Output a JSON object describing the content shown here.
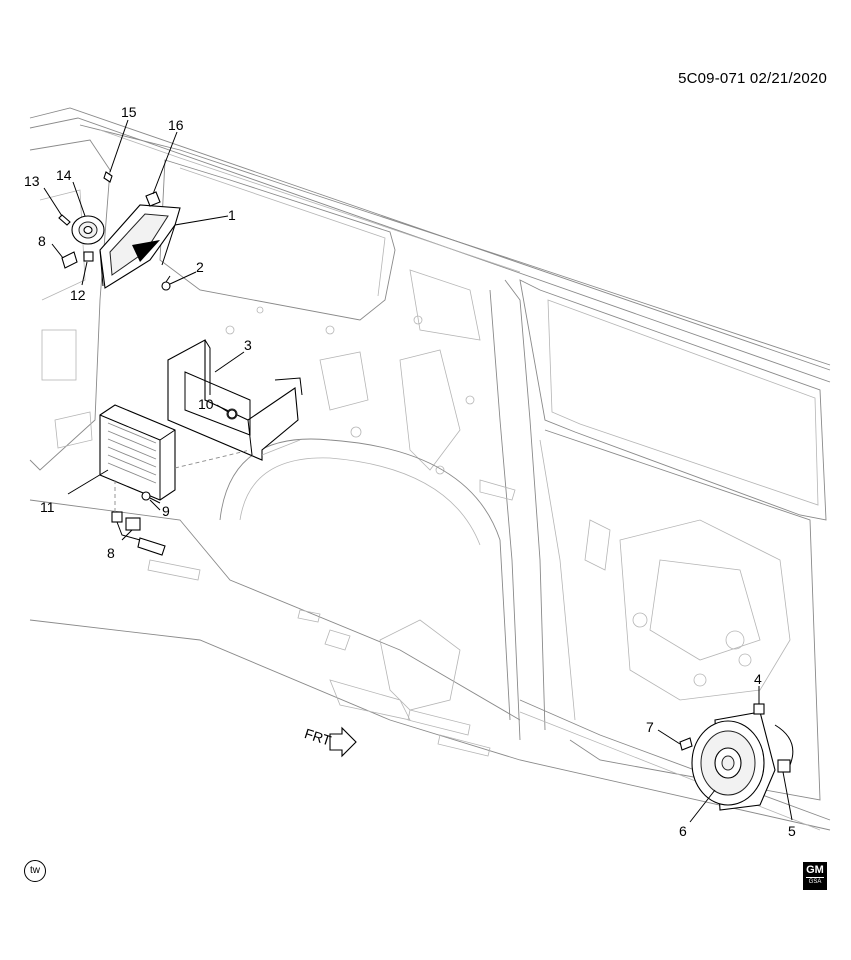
{
  "header": {
    "code": "5C09-071 02/21/2020"
  },
  "callouts": [
    {
      "id": "1",
      "label": "1"
    },
    {
      "id": "2",
      "label": "2"
    },
    {
      "id": "3",
      "label": "3"
    },
    {
      "id": "4",
      "label": "4"
    },
    {
      "id": "5",
      "label": "5"
    },
    {
      "id": "6",
      "label": "6"
    },
    {
      "id": "7",
      "label": "7"
    },
    {
      "id": "8a",
      "label": "8"
    },
    {
      "id": "8b",
      "label": "8"
    },
    {
      "id": "9",
      "label": "9"
    },
    {
      "id": "10",
      "label": "10"
    },
    {
      "id": "11",
      "label": "11"
    },
    {
      "id": "12",
      "label": "12"
    },
    {
      "id": "13",
      "label": "13"
    },
    {
      "id": "14",
      "label": "14"
    },
    {
      "id": "15",
      "label": "15"
    },
    {
      "id": "16",
      "label": "16"
    }
  ],
  "direction_marker": {
    "label": "FRT"
  },
  "footer": {
    "tw_mark": "tw",
    "badge_top": "GM",
    "badge_bottom": "GSA"
  }
}
